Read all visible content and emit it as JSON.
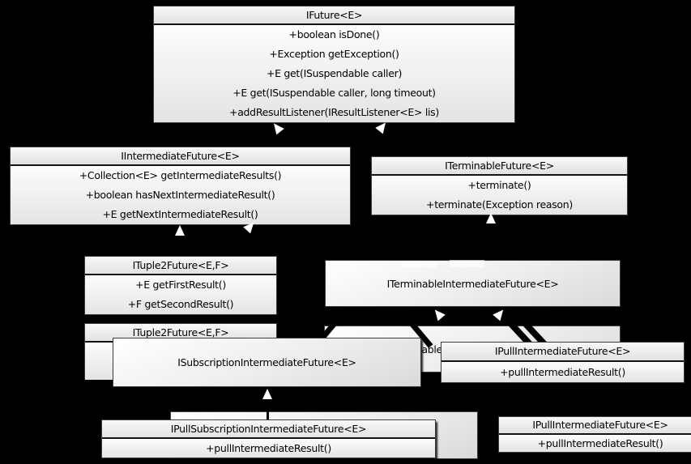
{
  "colors": {
    "background": "#000000",
    "box_fill": "#f2f2f2",
    "box_border": "#3c3c3c",
    "title_separator": "#141414",
    "arrowhead": "#ffffff",
    "text": "#000000"
  },
  "classes": {
    "ifuture": {
      "title": "IFuture<E>",
      "methods": [
        "+boolean isDone()",
        "+Exception getException()",
        "+E get(ISuspendable caller)",
        "+E get(ISuspendable caller, long timeout)",
        "+addResultListener(IResultListener<E> lis)"
      ]
    },
    "iintermediate": {
      "title": "IIntermediateFuture<E>",
      "methods": [
        "+Collection<E> getIntermediateResults()",
        "+boolean hasNextIntermediateResult()",
        "+E getNextIntermediateResult()"
      ]
    },
    "iterminable": {
      "title": "ITerminableFuture<E>",
      "methods": [
        "+terminate()",
        "+terminate(Exception reason)"
      ]
    },
    "ituple2_front": {
      "title": "ITuple2Future<E,F>",
      "methods": [
        "+E getFirstResult()",
        "+F getSecondResult()"
      ]
    },
    "ituple2_back": {
      "title": "ITuple2Future<E,F>"
    },
    "iterminable_intermediate": {
      "title": "ITerminableIntermediateFuture<E>"
    },
    "iterminable_intermediate_back": {
      "title": "ITerminableIntermediateFuture<E>"
    },
    "isubscription": {
      "title": "ISubscriptionIntermediateFuture<E>"
    },
    "ipull_upper": {
      "title": "IPullIntermediateFuture<E>",
      "methods": [
        "+pullIntermediateResult()"
      ]
    },
    "ipull_lower": {
      "title": "IPullIntermediateFuture<E>",
      "methods": [
        "+pullIntermediateResult()"
      ]
    },
    "ipullsubscription": {
      "title": "IPullSubscriptionIntermediateFuture<E>",
      "methods": [
        "+pullIntermediateResult()"
      ]
    }
  }
}
